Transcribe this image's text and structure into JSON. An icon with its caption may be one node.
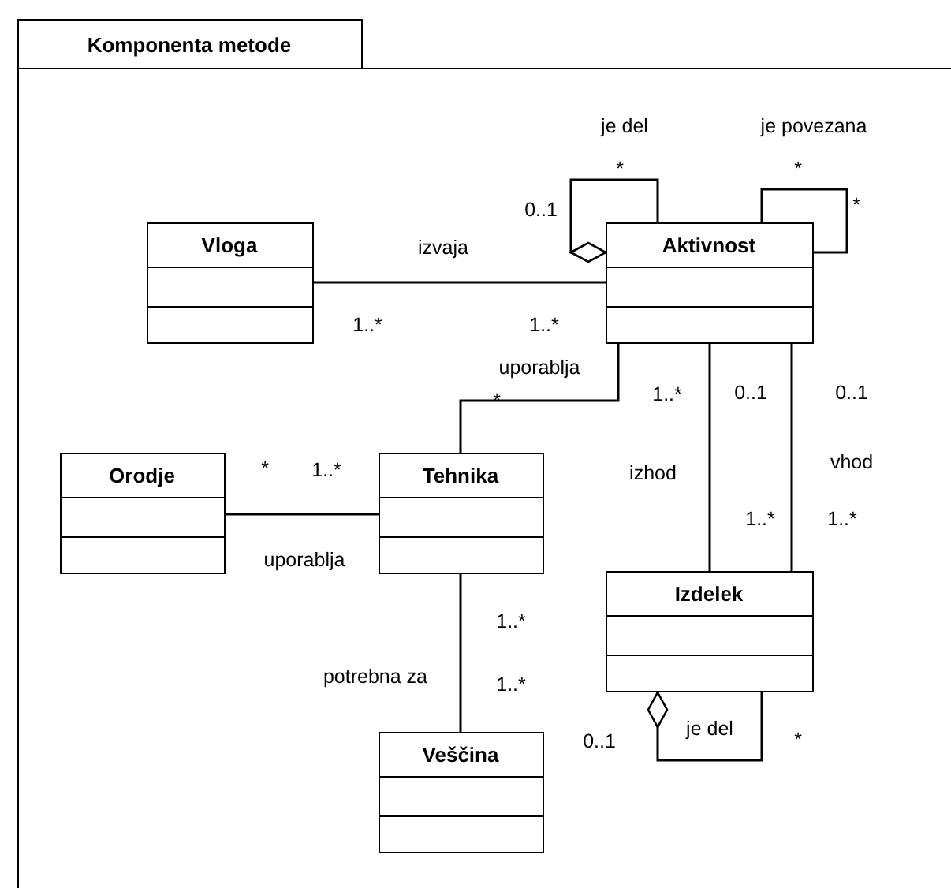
{
  "diagram": {
    "nodes": [
      {
        "text": [
          "Komponenta metode"
        ]
      },
      {
        "text": [
          "Vloga"
        ],
        "in": 0
      },
      {
        "text": [
          "Aktivnost"
        ],
        "in": 0
      },
      {
        "text": [
          "Orodje"
        ],
        "in": 0
      },
      {
        "text": [
          "Tehnika"
        ],
        "in": 0
      },
      {
        "text": [
          "Izdelek"
        ],
        "in": 0
      },
      {
        "text": [
          "Veščina"
        ],
        "in": 0
      }
    ],
    "edges": [
      {
        "from": 1,
        "to": 2,
        "arrow": "none",
        "label": "izvaja"
      },
      {
        "from": 2,
        "to": 2,
        "arrow": "other",
        "label": "je del"
      },
      {
        "from": 2,
        "to": 2,
        "arrow": "none",
        "label": "je povezana"
      },
      {
        "from": 2,
        "to": 4,
        "arrow": "none",
        "label": "uporablja"
      },
      {
        "from": 2,
        "to": 5,
        "arrow": "none",
        "label": "izhod"
      },
      {
        "from": 2,
        "to": 5,
        "arrow": "none",
        "label": "vhod"
      },
      {
        "from": 3,
        "to": 4,
        "arrow": "none",
        "label": "uporablja"
      },
      {
        "from": 4,
        "to": 6,
        "arrow": "none",
        "label": "potrebna za"
      },
      {
        "from": 5,
        "to": 5,
        "arrow": "other",
        "label": "je del"
      }
    ],
    "labels": [
      "*",
      "*",
      "*",
      "0..1",
      "1..*",
      "1..*",
      "1..*",
      "0..1",
      "0..1",
      "*",
      "*",
      "1..*",
      "1..*",
      "1..*",
      "1..*",
      "1..*",
      "0..1",
      "*"
    ]
  }
}
